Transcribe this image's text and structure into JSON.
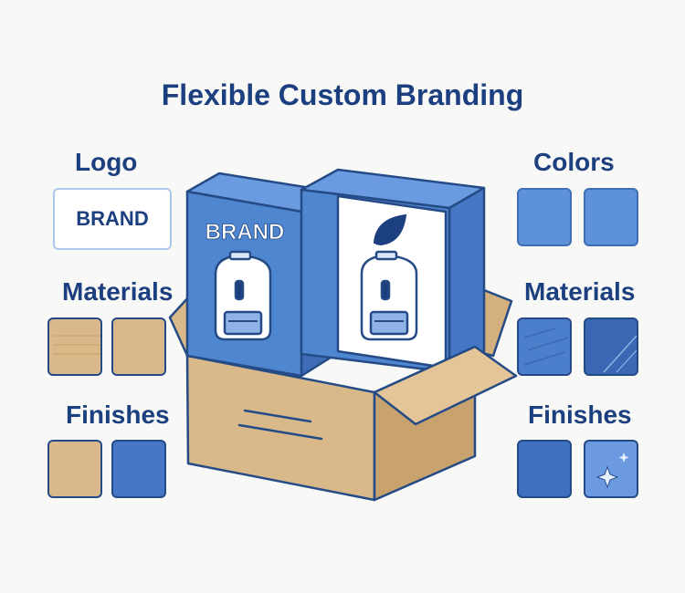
{
  "title": "Flexible Custom Branding",
  "left": {
    "logo_label": "Logo",
    "logo_text": "BRAND",
    "materials_label": "Materials",
    "finishes_label": "Finishes"
  },
  "right": {
    "colors_label": "Colors",
    "materials_label": "Materials",
    "finishes_label": "Finishes"
  },
  "package": {
    "brand_text": "BRAND"
  },
  "colors": {
    "navy": "#1c3f7f",
    "blue": "#4f86d0",
    "light_blue": "#5e92d8",
    "kraft": "#d9b98a",
    "kraft_dark": "#c9a36e",
    "outline": "#254b86"
  }
}
